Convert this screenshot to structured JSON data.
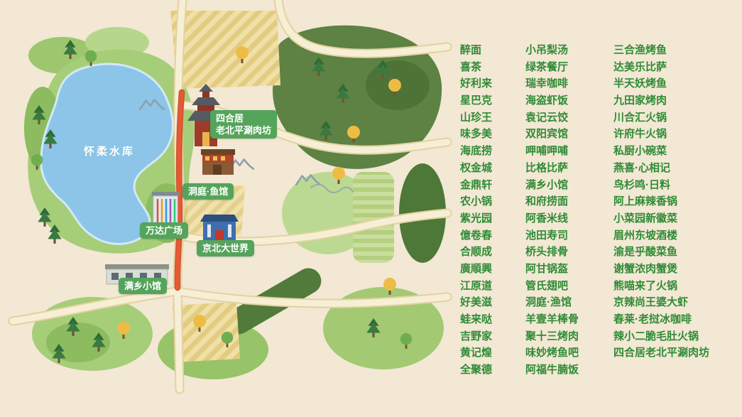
{
  "map": {
    "lake_label": "怀柔水库",
    "markers": {
      "sihelou": "四合居\n老北平涮肉坊",
      "dongting": "洞庭·鱼馆",
      "wanda": "万达广场",
      "jingbei": "京北大世界",
      "manxiang": "满乡小馆"
    }
  },
  "directory": {
    "columns": [
      [
        "醉面",
        "喜茶",
        "好利来",
        "星巴克",
        "山珍王",
        "味多美",
        "海底捞",
        "权金城",
        "金鼎轩",
        "农小锅",
        "紫光园",
        "億卷春",
        "合顺成",
        "廣順興",
        "江原道",
        "好美滋",
        "蛙来哒",
        "吉野家",
        "黄记煌",
        "全聚德"
      ],
      [
        "小吊梨汤",
        "绿茶餐厅",
        "瑞幸咖啡",
        "海盗虾饭",
        "袁记云饺",
        "双阳宾馆",
        "呷哺呷哺",
        "比格比萨",
        "满乡小馆",
        "和府捞面",
        "阿香米线",
        "池田寿司",
        "桥头排骨",
        "阿甘锅盔",
        "管氏翅吧",
        "洞庭·渔馆",
        "羊壹羊棒骨",
        "聚十三烤肉",
        "味妙烤鱼吧",
        "阿福牛腩饭"
      ],
      [
        "三合渔烤鱼",
        "达美乐比萨",
        "半天妖烤鱼",
        "九田家烤肉",
        "川合汇火锅",
        "许府牛火锅",
        "私厨小碗菜",
        "燕喜·心相记",
        "鸟杉鸣·日料",
        "阿上麻辣香锅",
        "小菜园新徽菜",
        "眉州东坡酒楼",
        "渝是乎酸菜鱼",
        "谢蟹浓肉蟹煲",
        "熊喵来了火锅",
        "京辣尚王婆大虾",
        "春莱·老挝冰咖啡",
        "辣小二脆毛肚火锅",
        "四合居老北平涮肉坊"
      ]
    ]
  },
  "colors": {
    "background": "#f2e8d4",
    "badge_green": "#55a45b",
    "text_green": "#2f8b36",
    "lake_blue": "#8cc5e8",
    "road_red": "#e55a35"
  }
}
